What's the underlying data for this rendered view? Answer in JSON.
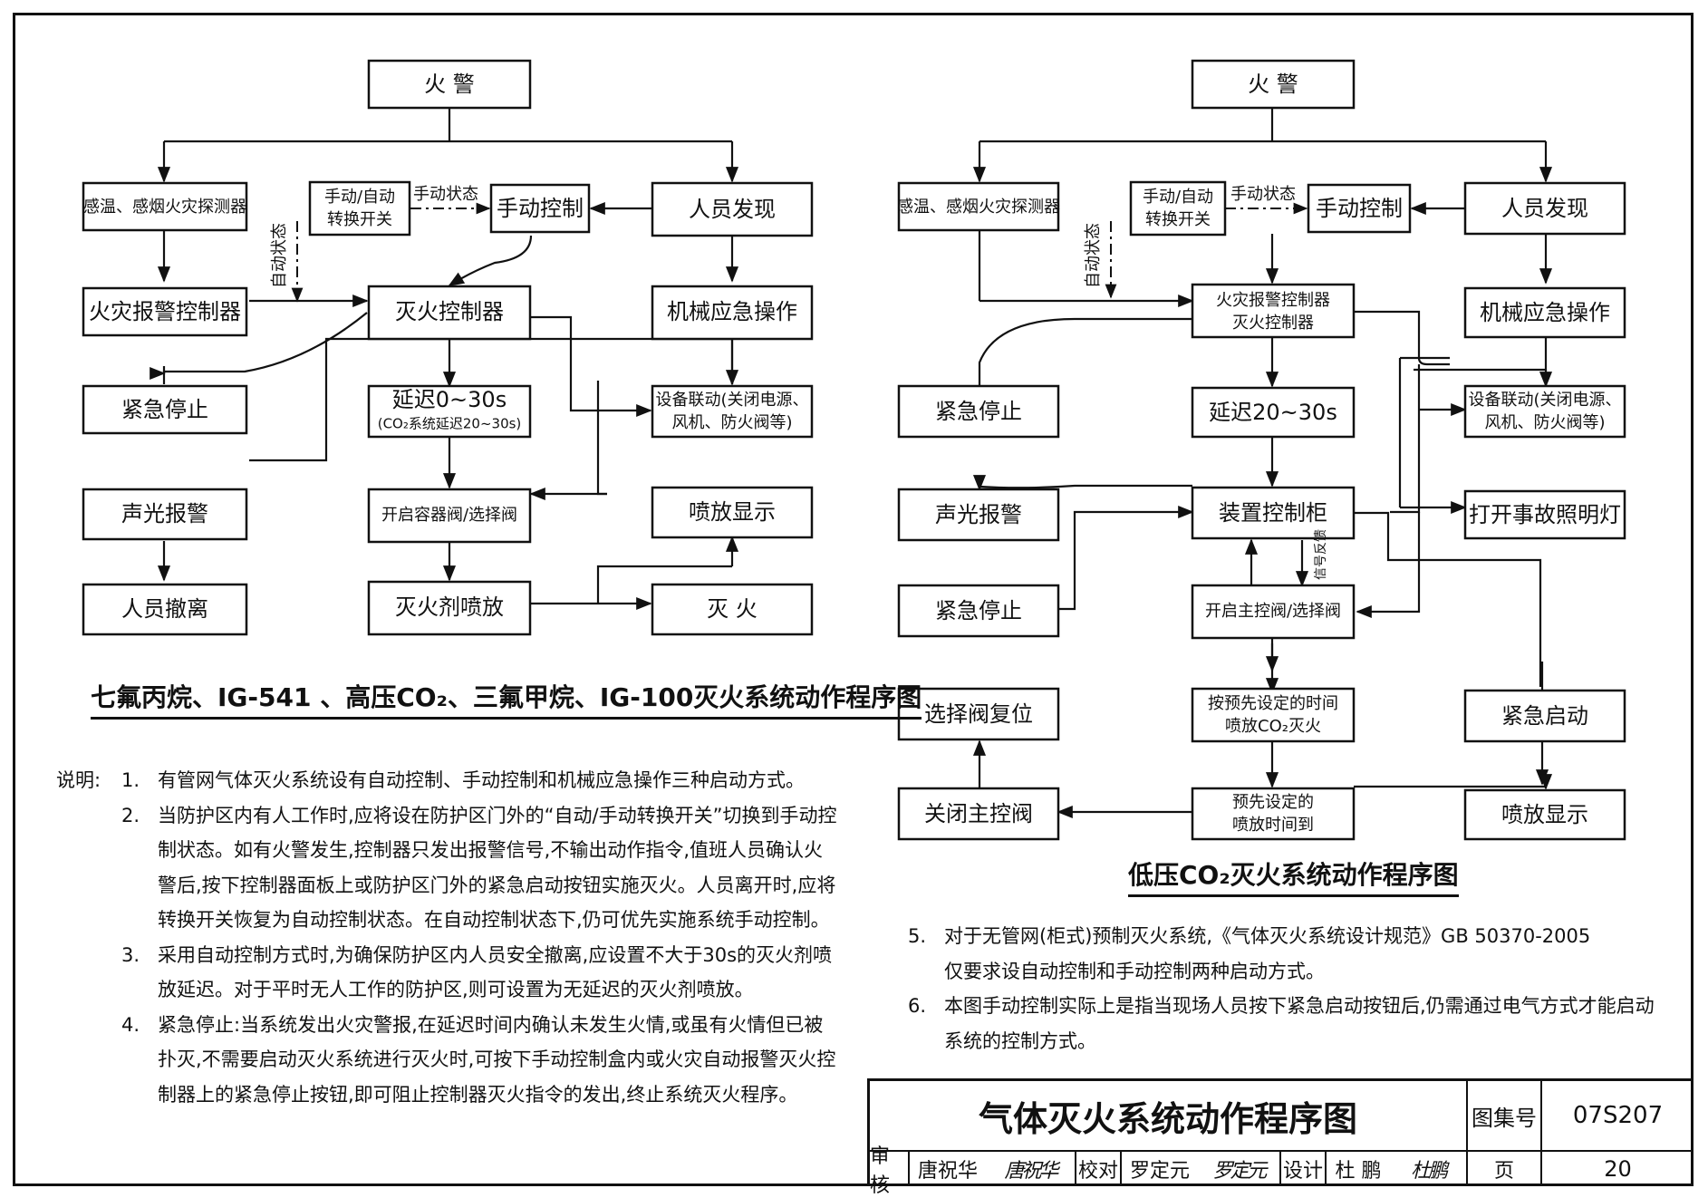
{
  "left": {
    "boxes": {
      "fire": "火    警",
      "detector": "感温、感烟火灾探测器",
      "switch_1": "手动/自动",
      "switch_2": "转换开关",
      "manual": "手动控制",
      "person": "人员发现",
      "alarm_ctrl": "火灾报警控制器",
      "ext_ctrl": "灭火控制器",
      "mech": "机械应急操作",
      "estop": "紧急停止",
      "delay_1": "延迟0~30s",
      "delay_2": "(CO₂系统延迟20~30s)",
      "linkage_1": "设备联动(关闭电源、",
      "linkage_2": "风机、防火阀等)",
      "sound": "声光报警",
      "valve": "开启容器阀/选择阀",
      "spray_disp": "喷放显示",
      "evac": "人员撤离",
      "spray": "灭火剂喷放",
      "out": "灭    火"
    },
    "labels": {
      "manual_state": "手动状态",
      "auto_state": "自动状态"
    },
    "title": "七氟丙烷、IG-541 、高压CO₂、三氟甲烷、IG-100灭火系统动作程序图"
  },
  "right": {
    "boxes": {
      "fire": "火    警",
      "detector": "感温、感烟火灾探测器",
      "switch_1": "手动/自动",
      "switch_2": "转换开关",
      "manual": "手动控制",
      "person": "人员发现",
      "ctrl_1": "火灾报警控制器",
      "ctrl_2": "灭火控制器",
      "mech": "机械应急操作",
      "estop": "紧急停止",
      "delay": "延迟20~30s",
      "linkage_1": "设备联动(关闭电源、",
      "linkage_2": "风机、防火阀等)",
      "sound": "声光报警",
      "cabinet": "装置控制柜",
      "light": "打开事故照明灯",
      "estop2": "紧急停止",
      "main_valve": "开启主控阀/选择阀",
      "reset": "选择阀复位",
      "timed_1": "按预先设定的时间",
      "timed_2": "喷放CO₂灭火",
      "estart": "紧急启动",
      "close": "关闭主控阀",
      "preset_1": "预先设定的",
      "preset_2": "喷放时间到",
      "spray_disp": "喷放显示"
    },
    "labels": {
      "manual_state": "手动状态",
      "auto_state": "自动状态",
      "feedback": "信号反馈"
    },
    "title": "低压CO₂灭火系统动作程序图"
  },
  "notes_left": {
    "lead": "说明:",
    "items": [
      {
        "num": "1.",
        "lines": [
          "有管网气体灭火系统设有自动控制、手动控制和机械应急操作三种启动方式。"
        ]
      },
      {
        "num": "2.",
        "lines": [
          "当防护区内有人工作时,应将设在防护区门外的“自动/手动转换开关”切换到手动控",
          "制状态。如有火警发生,控制器只发出报警信号,不输出动作指令,值班人员确认火",
          "警后,按下控制器面板上或防护区门外的紧急启动按钮实施灭火。人员离开时,应将",
          "转换开关恢复为自动控制状态。在自动控制状态下,仍可优先实施系统手动控制。"
        ]
      },
      {
        "num": "3.",
        "lines": [
          "采用自动控制方式时,为确保防护区内人员安全撤离,应设置不大于30s的灭火剂喷",
          "放延迟。对于平时无人工作的防护区,则可设置为无延迟的灭火剂喷放。"
        ]
      },
      {
        "num": "4.",
        "lines": [
          "紧急停止:当系统发出火灾警报,在延迟时间内确认未发生火情,或虽有火情但已被",
          "扑灭,不需要启动灭火系统进行灭火时,可按下手动控制盒内或火灾自动报警灭火控",
          "制器上的紧急停止按钮,即可阻止控制器灭火指令的发出,终止系统灭火程序。"
        ]
      }
    ]
  },
  "notes_right": {
    "items": [
      {
        "num": "5.",
        "lines": [
          "对于无管网(柜式)预制灭火系统,《气体灭火系统设计规范》GB 50370-2005",
          "仅要求设自动控制和手动控制两种启动方式。"
        ]
      },
      {
        "num": "6.",
        "lines": [
          "本图手动控制实际上是指当现场人员按下紧急启动按钮后,仍需通过电气方式才能启动",
          "系统的控制方式。"
        ]
      }
    ]
  },
  "title_block": {
    "title": "气体灭火系统动作程序图",
    "atlas_label": "图集号",
    "atlas_no": "07S207",
    "review_label": "审核",
    "reviewer": "唐祝华",
    "reviewer_sig": "唐祝华",
    "check_label": "校对",
    "checker": "罗定元",
    "checker_sig": "罗定元",
    "design_label": "设计",
    "designer": "杜  鹏",
    "designer_sig": "杜鹏",
    "page_label": "页",
    "page_no": "20"
  }
}
